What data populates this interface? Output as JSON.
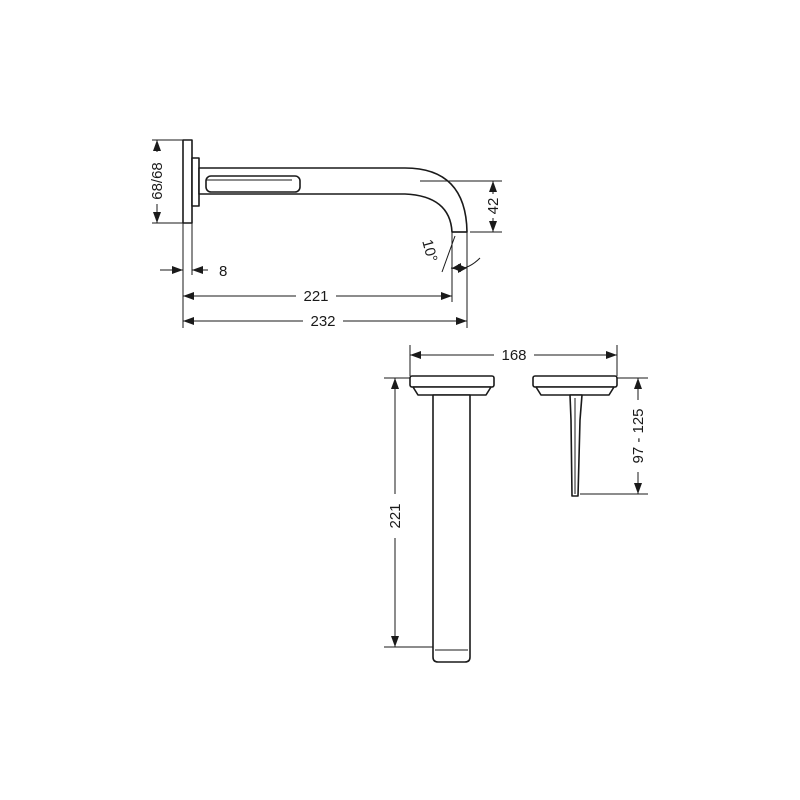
{
  "side_view": {
    "plate_height_label": "68/68",
    "plate_depth_label": "8",
    "spout_reach_label": "221",
    "overall_reach_label": "232",
    "spout_drop_label": "42",
    "spout_angle_label": "10°"
  },
  "bottom_views": {
    "plate_width_label": "168",
    "spout_length_label": "221",
    "valve_depth_label": "97 - 125"
  }
}
